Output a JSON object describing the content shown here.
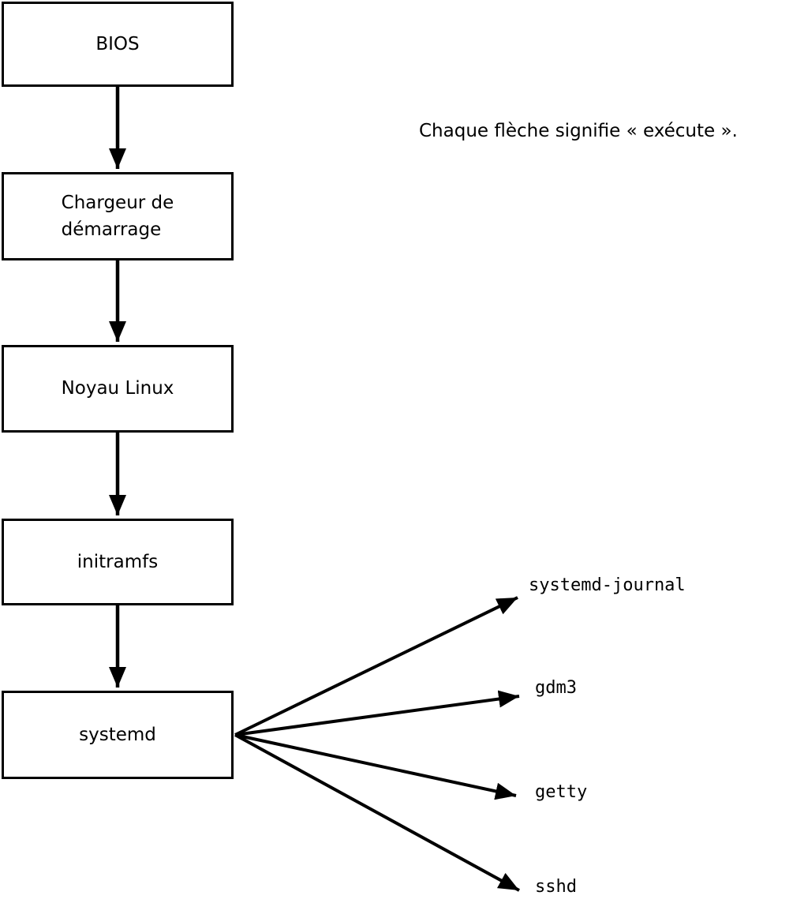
{
  "caption": "Chaque flèche signifie « exécute ».",
  "diagram": {
    "boxes": [
      {
        "label": "BIOS"
      },
      {
        "label": "Chargeur de\ndémarrage"
      },
      {
        "label": "Noyau Linux"
      },
      {
        "label": "initramfs"
      },
      {
        "label": "systemd"
      }
    ],
    "services": [
      {
        "label": "systemd-journal"
      },
      {
        "label": "gdm3"
      },
      {
        "label": "getty"
      },
      {
        "label": "sshd"
      }
    ]
  }
}
